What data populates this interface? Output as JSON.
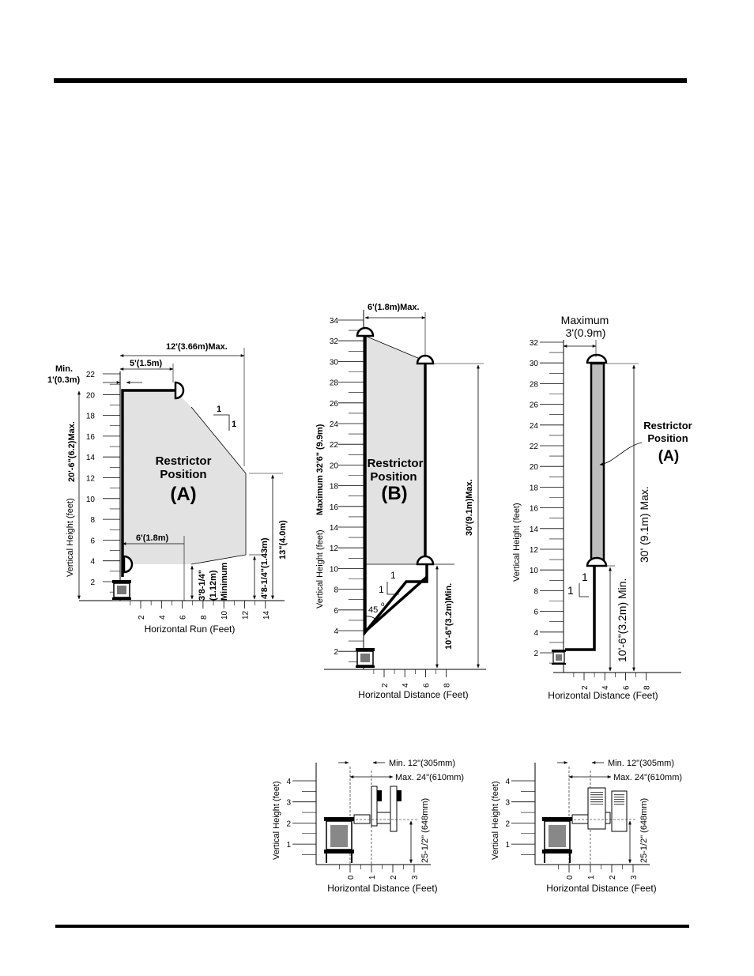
{
  "diagram1": {
    "y_ticks": [
      "22",
      "20",
      "18",
      "16",
      "14",
      "12",
      "10",
      "8",
      "6",
      "4",
      "2"
    ],
    "x_ticks": [
      "2",
      "4",
      "6",
      "8",
      "10",
      "12",
      "14"
    ],
    "y_axis_label": "Vertical Height (feet)",
    "x_axis_label": "Horizontal Run (Feet)",
    "dim_total_run": "12'(3.66m)Max.",
    "dim_top_run": "5'(1.5m)",
    "dim_min_label": "Min.",
    "dim_min_value": "1'(0.3m)",
    "dim_max_height": "20'-6\"(6.2)Max.",
    "slope_rise": "1",
    "slope_run": "1",
    "restrictor_line1": "Restrictor",
    "restrictor_line2": "Position",
    "restrictor_code": "(A)",
    "dim_bottom_run": "6'(1.8m)",
    "dim_min_height_1": "3'8-1/4\"",
    "dim_min_height_2": "(1.12m)",
    "dim_min_height_3": "Minimum",
    "dim_side_1": "4'8-1/4\"(1.43m)",
    "dim_side_2": "13\"(4.0m)"
  },
  "diagram2": {
    "y_ticks": [
      "34",
      "32",
      "30",
      "28",
      "26",
      "24",
      "22",
      "20",
      "18",
      "16",
      "14",
      "12",
      "10",
      "8",
      "6",
      "4",
      "2"
    ],
    "x_ticks": [
      "2",
      "4",
      "6",
      "8"
    ],
    "y_axis_label": "Vertical Height (feet)",
    "y_axis_max": "Maximum 32'6\" (9.9m)",
    "x_axis_label": "Horizontal Distance (Feet)",
    "dim_top": "6'(1.8m)Max.",
    "dim_right_max": "30'(9.1m)Max.",
    "dim_right_min": "10'-6\"(3.2m)Min.",
    "slope_rise": "1",
    "slope_run": "1",
    "angle": "45",
    "angle_unit": "o",
    "restrictor_line1": "Restrictor",
    "restrictor_line2": "Position",
    "restrictor_code": "(B)"
  },
  "diagram3": {
    "y_ticks": [
      "32",
      "30",
      "28",
      "26",
      "24",
      "22",
      "20",
      "18",
      "16",
      "14",
      "12",
      "10",
      "8",
      "6",
      "4",
      "2"
    ],
    "x_ticks": [
      "2",
      "4",
      "6",
      "8"
    ],
    "y_axis_label": "Vertical Height (feet)",
    "x_axis_label": "Horizontal Distance (Feet)",
    "dim_top_1": "Maximum",
    "dim_top_2": "3'(0.9m)",
    "dim_right_max": "30' (9.1m) Max.",
    "dim_right_min": "10'-6\"(3.2m) Min.",
    "slope_rise": "1",
    "slope_run": "1",
    "restrictor_line1": "Restrictor",
    "restrictor_line2": "Position",
    "restrictor_code": "(A)"
  },
  "diagram4": {
    "y_ticks": [
      "4",
      "3",
      "2",
      "1"
    ],
    "x_ticks": [
      "0",
      "1",
      "2",
      "3"
    ],
    "y_axis_label": "Vertical Height (feet)",
    "x_axis_label": "Horizontal Distance (Feet)",
    "dim_min": "Min. 12\"(305mm)",
    "dim_max": "Max. 24\"(610mm)",
    "dim_height": "25-1/2\" (648mm)"
  },
  "diagram5": {
    "y_ticks": [
      "4",
      "3",
      "2",
      "1"
    ],
    "x_ticks": [
      "0",
      "1",
      "2",
      "3"
    ],
    "y_axis_label": "Vertical Height (feet)",
    "x_axis_label": "Horizontal Distance (Feet)",
    "dim_min": "Min. 12\"(305mm)",
    "dim_max": "Max. 24\"(610mm)",
    "dim_height": "25-1/2\" (648mm)"
  }
}
